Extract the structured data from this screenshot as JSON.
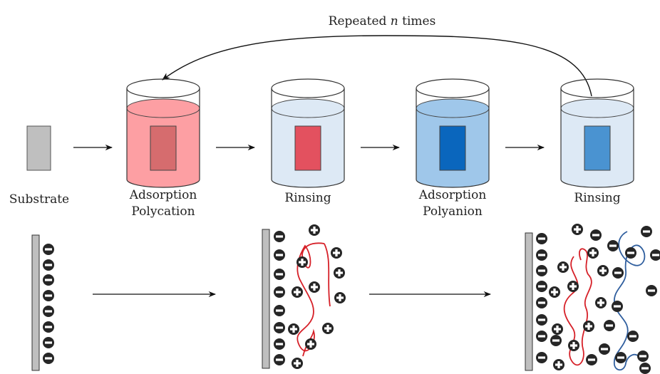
{
  "top_label": {
    "prefix": "Repeated ",
    "variable": "n",
    "suffix": " times"
  },
  "steps": [
    {
      "label_lines": [
        "Substrate"
      ]
    },
    {
      "label_lines": [
        "Adsorption",
        "Polycation"
      ],
      "liquid_color": "#fd9fa3",
      "slide_color": "#d66c6e"
    },
    {
      "label_lines": [
        "Rinsing"
      ],
      "liquid_color": "#dde9f5",
      "slide_color": "#e3515f"
    },
    {
      "label_lines": [
        "Adsorption",
        "Polyanion"
      ],
      "liquid_color": "#9fc7ea",
      "slide_color": "#0a66bd"
    },
    {
      "label_lines": [
        "Rinsing"
      ],
      "liquid_color": "#dde9f5",
      "slide_color": "#4a93d1"
    }
  ],
  "colors": {
    "substrate": "#bfbfbf",
    "polycation_chain": "#d62028",
    "polyanion_chain": "#2f5e9e",
    "ion_fill": "#262626"
  },
  "charge_icons": {
    "negative": "minus-sign",
    "positive": "plus-sign"
  }
}
